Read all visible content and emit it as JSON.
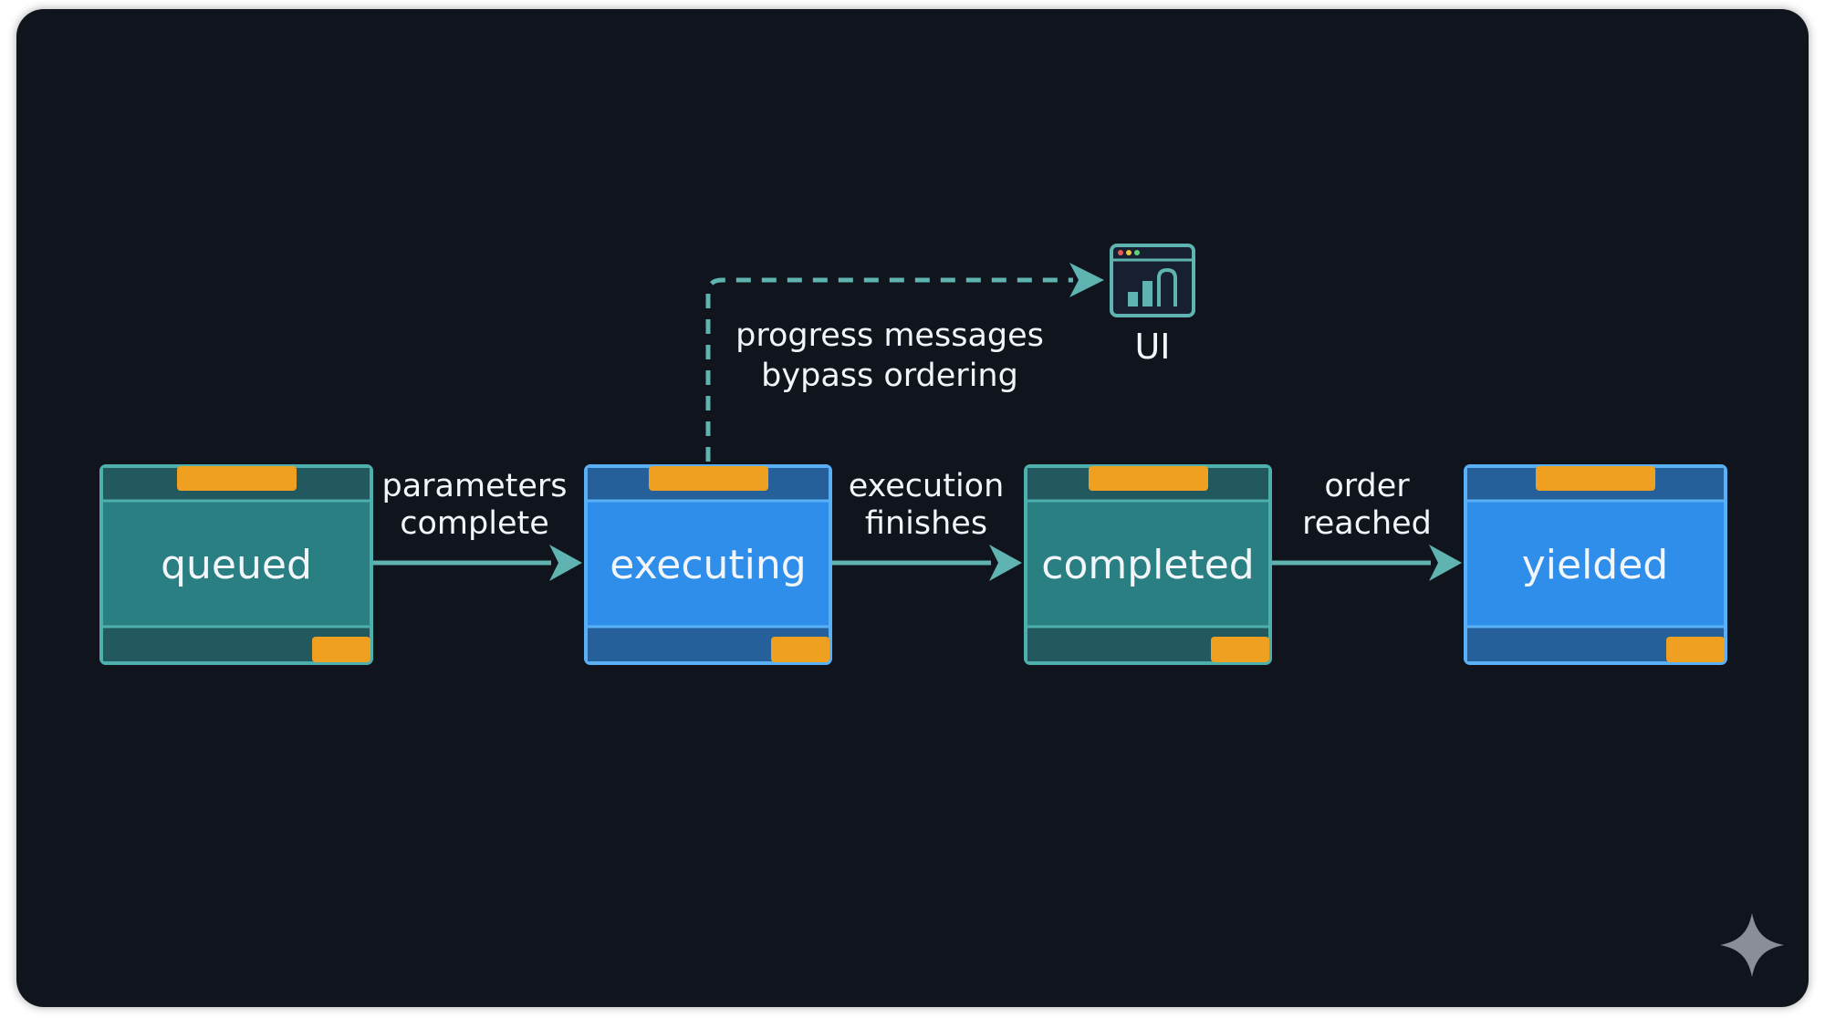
{
  "colors": {
    "background": "#10141c",
    "teal_node": "#2a7f82",
    "teal_node_border": "#4db0ad",
    "teal_band": "#22595e",
    "blue_node": "#2f8eea",
    "blue_node_border": "#5ab0f5",
    "blue_band": "#25609a",
    "tab_orange": "#f0a020",
    "arrow": "#5fb3b0"
  },
  "diagram": {
    "nodes": [
      {
        "id": "queued",
        "label": "queued",
        "style": "teal"
      },
      {
        "id": "executing",
        "label": "executing",
        "style": "blue"
      },
      {
        "id": "completed",
        "label": "completed",
        "style": "teal"
      },
      {
        "id": "yielded",
        "label": "yielded",
        "style": "blue"
      }
    ],
    "edges": [
      {
        "from": "queued",
        "to": "executing",
        "label_lines": [
          "parameters",
          "complete"
        ]
      },
      {
        "from": "executing",
        "to": "completed",
        "label_lines": [
          "execution",
          "finishes"
        ]
      },
      {
        "from": "completed",
        "to": "yielded",
        "label_lines": [
          "order",
          "reached"
        ]
      }
    ],
    "side_channel": {
      "from": "executing",
      "to": "ui",
      "style": "dashed",
      "label_lines": [
        "progress messages",
        "bypass ordering"
      ]
    },
    "ui": {
      "label": "UI",
      "icon": "browser-chart-icon"
    },
    "watermark_icon": "sparkle-icon"
  }
}
